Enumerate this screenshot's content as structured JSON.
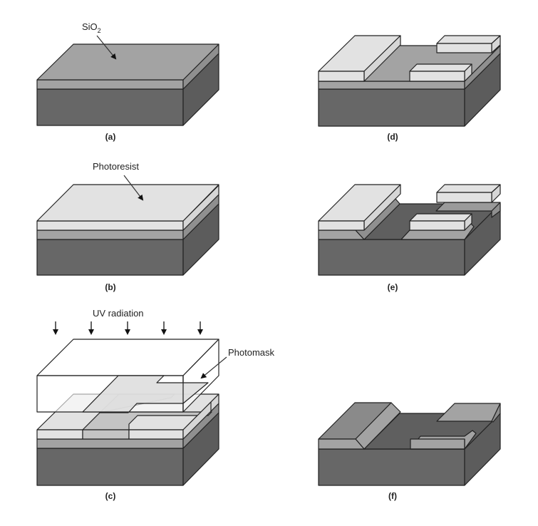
{
  "figure": {
    "panels": [
      {
        "id": "a",
        "caption": "(a)",
        "annotation": "SiO",
        "annotation_sub": "2"
      },
      {
        "id": "b",
        "caption": "(b)",
        "annotation": "Photoresist"
      },
      {
        "id": "c",
        "caption": "(c)",
        "annotation_top": "UV radiation",
        "annotation_side": "Photomask"
      },
      {
        "id": "d",
        "caption": "(d)"
      },
      {
        "id": "e",
        "caption": "(e)"
      },
      {
        "id": "f",
        "caption": "(f)"
      }
    ],
    "colors": {
      "substrate_front": "#676767",
      "substrate_side": "#5c5c5c",
      "oxide": "#a3a3a3",
      "oxide_side": "#8f8f8f",
      "resist": "#e2e2e2",
      "resist_exposed": "#c4c4c4",
      "mask": "#ffffff",
      "mask_pattern": "#dedede",
      "etched_floor": "#5f5f5f",
      "outline": "#222222"
    }
  }
}
